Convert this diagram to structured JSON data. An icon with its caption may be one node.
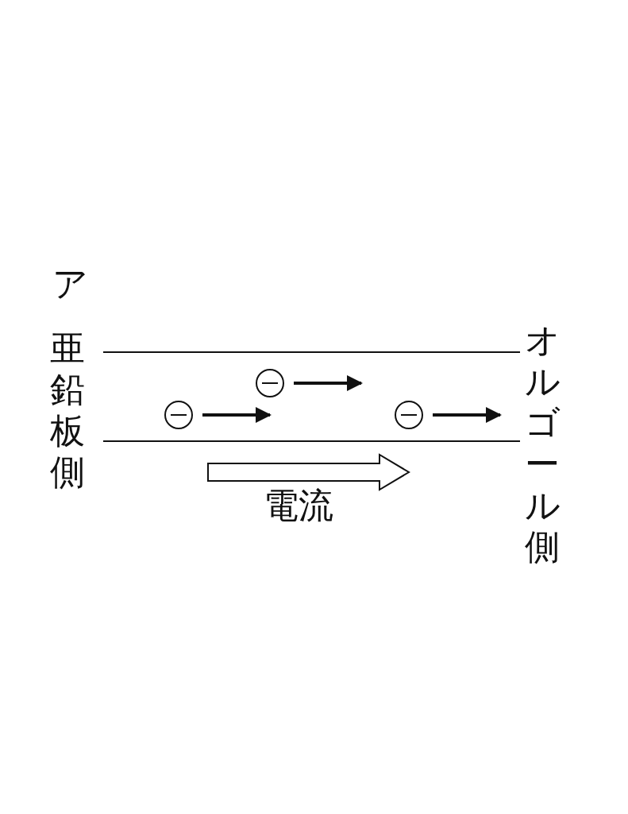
{
  "diagram": {
    "labels": [
      "ア",
      "亜鉛板側",
      "オルゴール側",
      "電流"
    ]
  }
}
